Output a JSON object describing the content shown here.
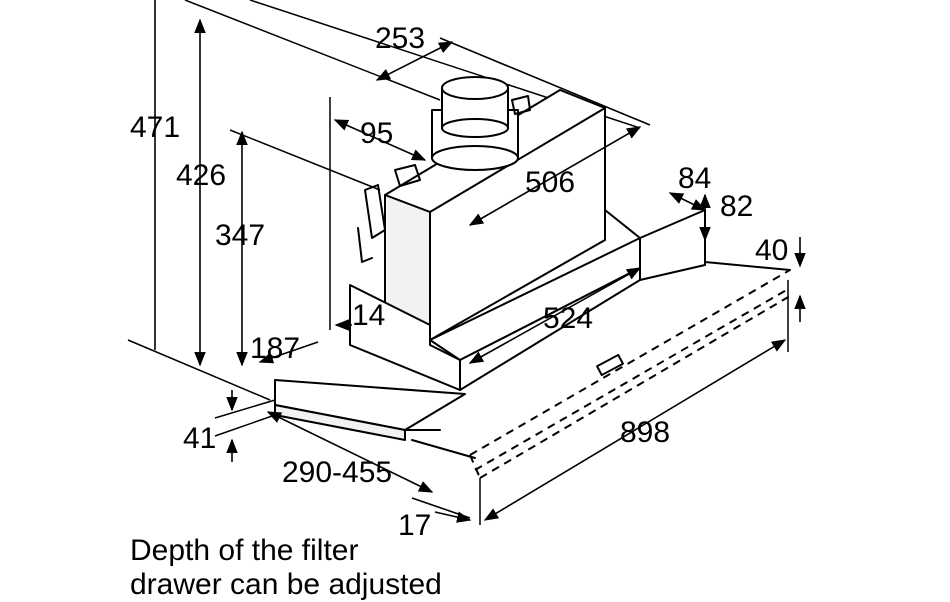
{
  "diagram": {
    "dimensions": {
      "total_height": "471",
      "height_426": "426",
      "height_347": "347",
      "chimney_offset": "253",
      "chimney_depth_95": "95",
      "width_506": "506",
      "width_524": "524",
      "side_84": "84",
      "side_82": "82",
      "front_40": "40",
      "overall_width": "898",
      "depth_187": "187",
      "depth_14": "14",
      "drawer_41": "41",
      "drawer_depth": "290-455",
      "front_17": "17"
    },
    "caption": {
      "line1": "Depth of the filter",
      "line2": "drawer can be adjusted"
    }
  }
}
